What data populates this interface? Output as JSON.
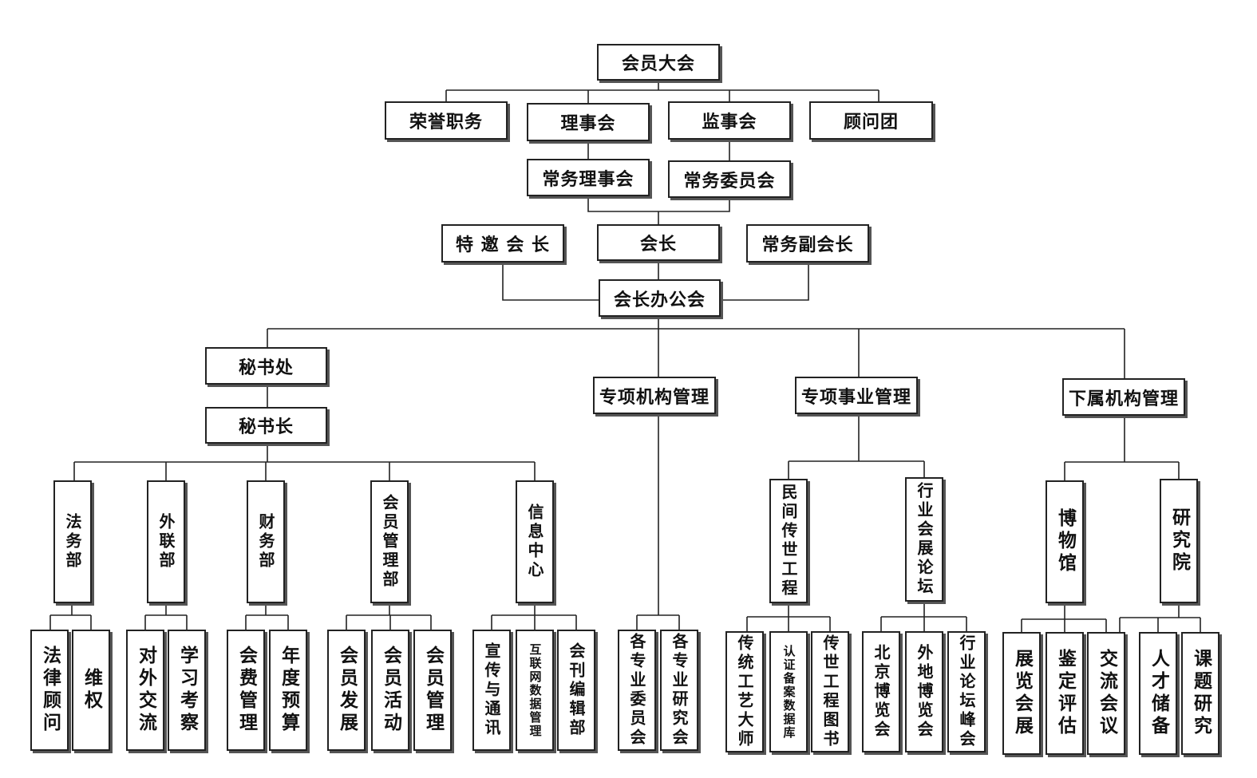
{
  "top": {
    "general_assembly": "会员大会",
    "honorary": "荣誉职务",
    "council": "理事会",
    "supervisory": "监事会",
    "advisory": "顾问团",
    "standing_council": "常务理事会",
    "standing_committee": "常务委员会",
    "special_president": "特 邀 会 长",
    "president": "会长",
    "exec_vice_president": "常务副会长",
    "president_office": "会长办公会"
  },
  "secretariat": {
    "office": "秘书处",
    "secretary_general": "秘书长",
    "departments": [
      {
        "name": "法务部",
        "items": [
          "法律顾问",
          "维权"
        ]
      },
      {
        "name": "外联部",
        "items": [
          "对外交流",
          "学习考察"
        ]
      },
      {
        "name": "财务部",
        "items": [
          "会费管理",
          "年度预算"
        ]
      },
      {
        "name": "会员管理部",
        "items": [
          "会员发展",
          "会员活动",
          "会员管理"
        ]
      },
      {
        "name": "信息中心",
        "items": [
          "宣传与通讯",
          "互联网数据管理",
          "会刊编辑部"
        ]
      }
    ]
  },
  "special_institutions": {
    "name": "专项机构管理",
    "items": [
      "各专业委员会",
      "各专业研究会"
    ]
  },
  "special_business": {
    "name": "专项事业管理",
    "branches": [
      {
        "name": "民间传世工程",
        "items": [
          "传统工艺大师",
          "认证备案数据库",
          "传世工程图书"
        ]
      },
      {
        "name": "行业会展论坛",
        "items": [
          "北京博览会",
          "外地博览会",
          "行业论坛峰会"
        ]
      }
    ]
  },
  "subordinate": {
    "name": "下属机构管理",
    "branches": [
      {
        "name": "博物馆",
        "items": [
          "展览会展",
          "鉴定评估",
          "交流会议"
        ]
      },
      {
        "name": "研究院",
        "items": [
          "人才储备",
          "课题研究"
        ]
      }
    ]
  }
}
